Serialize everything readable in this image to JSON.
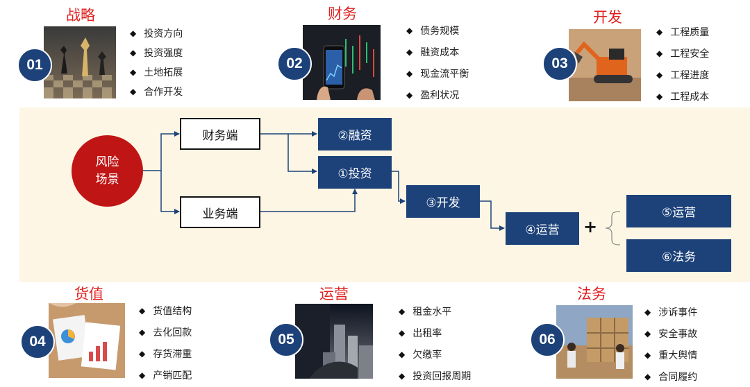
{
  "colors": {
    "accent_red": "#e02020",
    "navy": "#1d4279",
    "band": "#fdf6e4",
    "risk_red": "#c01515"
  },
  "categories": [
    {
      "num": "01",
      "title": "战略",
      "icon": "chess-pieces-photo",
      "items": [
        "投资方向",
        "投资强度",
        "土地拓展",
        "合作开发"
      ]
    },
    {
      "num": "02",
      "title": "财务",
      "icon": "phone-trading-chart-photo",
      "items": [
        "债务规模",
        "融资成本",
        "现金流平衡",
        "盈利状况"
      ]
    },
    {
      "num": "03",
      "title": "开发",
      "icon": "excavator-photo",
      "items": [
        "工程质量",
        "工程安全",
        "工程进度",
        "工程成本"
      ]
    },
    {
      "num": "04",
      "title": "货值",
      "icon": "business-documents-photo",
      "items": [
        "货值结构",
        "去化回款",
        "存货滞重",
        "产销匹配"
      ]
    },
    {
      "num": "05",
      "title": "运营",
      "icon": "city-buildings-photo",
      "items": [
        "租金水平",
        "出租率",
        "欠缴率",
        "投资回报周期"
      ]
    },
    {
      "num": "06",
      "title": "法务",
      "icon": "construction-workers-photo",
      "items": [
        "涉诉事件",
        "安全事故",
        "重大舆情",
        "合同履约"
      ]
    }
  ],
  "flow": {
    "risk_line1": "风险",
    "risk_line2": "场景",
    "finance_end": "财务端",
    "business_end": "业务端",
    "financing": "②融资",
    "investment": "①投资",
    "development": "③开发",
    "operation": "④运营",
    "plus": "+",
    "operating": "⑤运营",
    "legal": "⑥法务"
  }
}
